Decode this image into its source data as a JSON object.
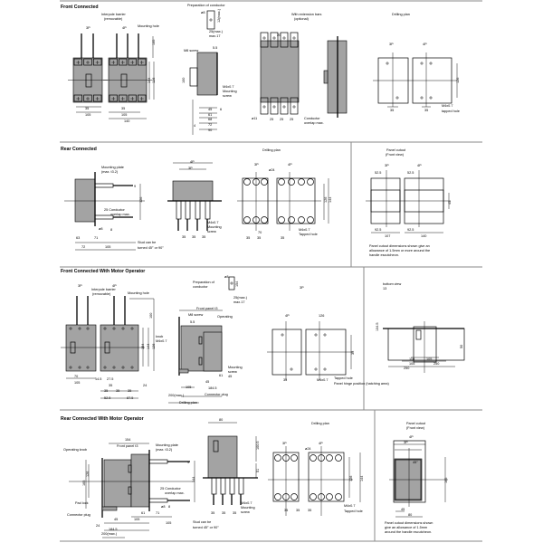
{
  "colors": {
    "body_fill": "#a3a3a3",
    "divider": "#8a8a8a",
    "line": "#000000"
  },
  "front_connected": {
    "title": "Front Connected",
    "labels": [
      "Interpole barrier",
      "(removable)",
      "Mounting hole",
      "3P",
      "4P",
      "135",
      "144",
      "126",
      "35",
      "105",
      "35",
      "105",
      "140",
      "Preparation of conductor",
      "ø8",
      "25(max.)",
      "max.17",
      "12(max.)",
      "M8 screw",
      "5.5",
      "100",
      "M4x0.7",
      "Mounting",
      "screw",
      "45",
      "61",
      "68",
      "72",
      "90",
      "6",
      "4",
      "With extension bars",
      "(optional)",
      "ø11",
      "Conductor",
      "overlap max.",
      "25",
      "25",
      "25",
      "20",
      "Drilling plan",
      "3P",
      "4P",
      "126",
      "35",
      "35",
      "M4x0.7",
      "tapped hole"
    ]
  },
  "rear_connected": {
    "title": "Rear Connected",
    "labels": [
      "Mounting plate",
      "(max. t3.2)",
      "126",
      "9",
      "25 Conductor",
      "overlap max.",
      "ø8",
      "8",
      "63",
      "71",
      "72",
      "105",
      "Stud can be",
      "turned 45° or 90°",
      "4P",
      "3P",
      "M4x0.7",
      "Mounting",
      "screw",
      "35",
      "35",
      "35",
      "Drilling plan",
      "3P",
      "4P",
      "ø24",
      "126",
      "144",
      "70",
      "35",
      "35",
      "35",
      "M4x0.7",
      "Tapped hole",
      "Panel cutout",
      "(Front view)",
      "3P",
      "4P",
      "52.5",
      "52.5",
      "45",
      "92.5",
      "107",
      "92.5",
      "140",
      "Panel cutout dimensions shown give an",
      "allowance of 1.5mm or more around the",
      "handle escutcheon."
    ]
  },
  "front_motor": {
    "title": "Front Connected With Motor Operator",
    "labels": [
      "3P",
      "4P",
      "Interpole barrier",
      "(removable)",
      "Mounting hole",
      "100",
      "154",
      "144",
      "126",
      "70",
      "105",
      "14.5",
      "27.5",
      "35",
      "35",
      "35",
      "35",
      "52.5",
      "87.5",
      "Preparation of",
      "conductor",
      "ø8",
      "25(max.)",
      "max.17",
      "154",
      "Front panel t3",
      "M8 screw",
      "5.5",
      "Operating",
      "knob",
      "M4x0.7",
      "Mounting",
      "screw",
      "45",
      "61",
      "45",
      "105",
      "184.5",
      "Connector plug",
      "24",
      "200(max.)",
      "Drilling plan",
      "3P",
      "4P",
      "126",
      "35",
      "35",
      "M4x0.7",
      "Tapped hole",
      "Panel hinge position (hatching area)",
      "bottom view",
      "13",
      "134.5",
      "50",
      "110",
      "105",
      "105",
      "250",
      "250"
    ]
  },
  "rear_motor": {
    "title": "Rear Connected With Motor Operator",
    "labels": [
      "154",
      "Front panel t3",
      "Mounting plate",
      "(max. t3.2)",
      "Operating knob",
      "126",
      "165",
      "144",
      "9",
      "25 Conductor",
      "overlap max.",
      "Pad lock",
      "Connector plug",
      "ø8",
      "8",
      "45",
      "105",
      "61",
      "71",
      "105",
      "184.5",
      "24",
      "200(max.)",
      "Stud can be",
      "turned 45° or 90°",
      "80",
      "100.5",
      "51",
      "35",
      "35",
      "35",
      "M4x0.7",
      "Mounting",
      "screw",
      "Drilling plan",
      "3P",
      "4P",
      "ø24",
      "126",
      "144",
      "35",
      "35",
      "35",
      "M4x0.7",
      "Tapped hole",
      "Panel cutout",
      "(Front view)",
      "4P",
      "3P",
      "45°",
      "165",
      "45",
      "80",
      "Panel cutout dimensions shown",
      "give an allowance of 1.5mm",
      "around the handle escutcheon."
    ]
  }
}
